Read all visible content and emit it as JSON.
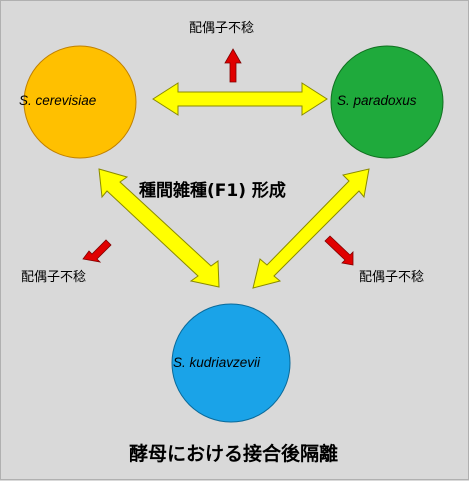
{
  "species": {
    "cerevisiae": {
      "label": "S. cerevisiae",
      "color": "#ffc000"
    },
    "paradoxus": {
      "label": "S. paradoxus",
      "color": "#1faa3c"
    },
    "kudriavzevii": {
      "label": "S. kudriavzevii",
      "color": "#1aa3e8"
    }
  },
  "labels": {
    "sterility_top": "配偶子不稔",
    "sterility_left": "配偶子不稔",
    "sterility_right": "配偶子不稔",
    "hybrid_formation": "種間雑種(F1) 形成",
    "caption": "酵母における接合後隔離"
  },
  "colors": {
    "hybrid_arrow": "#ffff00",
    "sterility_arrow": "#e00000"
  }
}
